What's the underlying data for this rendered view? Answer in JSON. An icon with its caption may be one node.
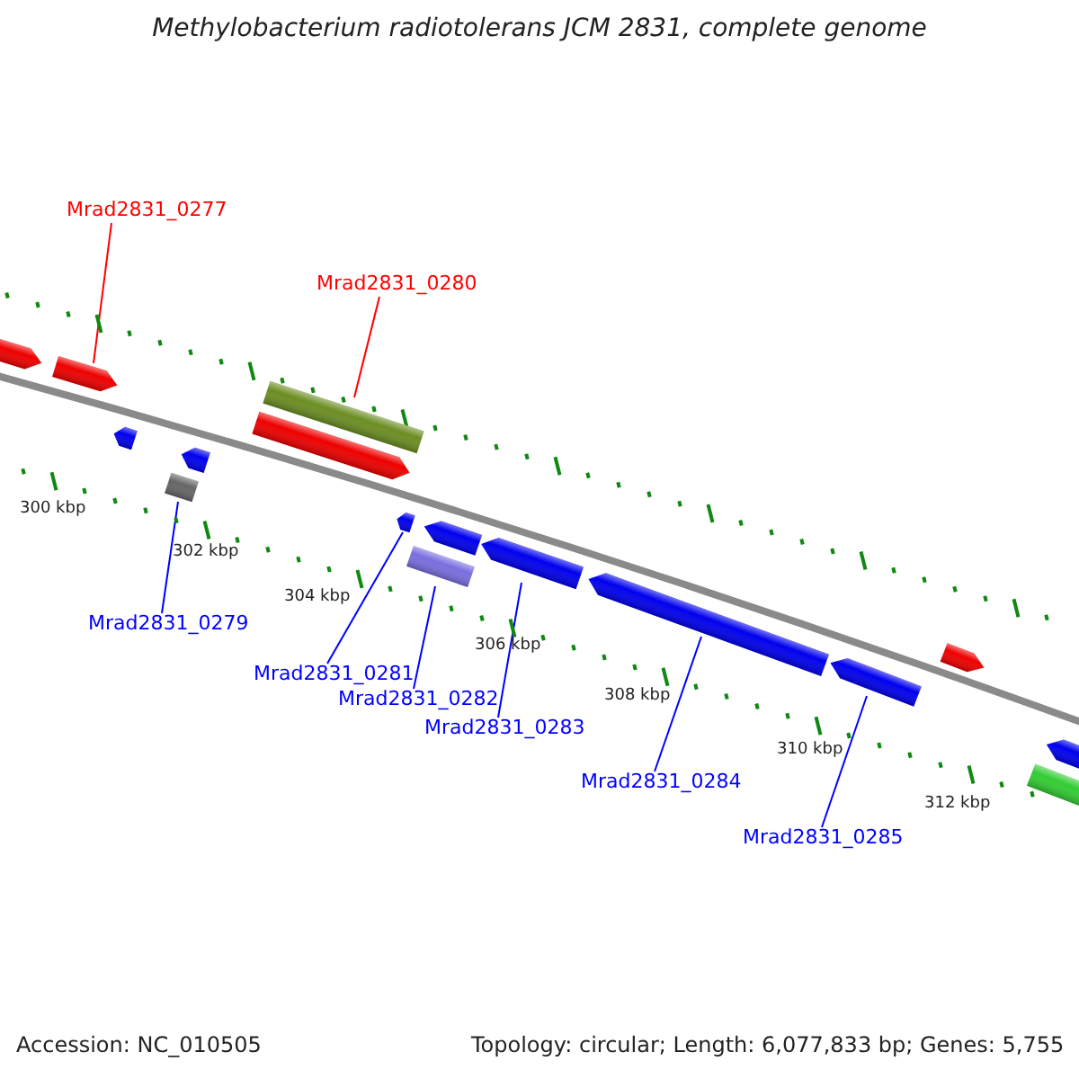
{
  "diagram": {
    "title": "Methylobacterium radiotolerans JCM 2831, complete genome",
    "nodes": [
      {
        "text": [
          "Mrad2831_0277"
        ]
      },
      {
        "text": [
          "Mrad2831_0280"
        ]
      },
      {
        "text": [],
        "shape": "arrow"
      },
      {
        "text": [],
        "shape": "bar"
      },
      {
        "text": [],
        "shape": "box"
      },
      {
        "text": [],
        "shape": "arrow"
      },
      {
        "text": [],
        "shape": "bar"
      },
      {
        "text": [],
        "shape": "arrow"
      },
      {
        "text": [],
        "shape": "arrow"
      },
      {
        "text": [],
        "shape": "arrow"
      },
      {
        "text": [
          "Mrad2831_0279"
        ]
      },
      {
        "text": [
          "Mrad2831_0281"
        ]
      },
      {
        "text": [
          "Mrad2831_0282"
        ]
      },
      {
        "text": [
          "Mrad2831_0283"
        ]
      },
      {
        "text": [
          "Mrad2831_0284"
        ]
      },
      {
        "text": [
          "Mrad2831_0285"
        ]
      }
    ],
    "edges": [
      {
        "from": 0,
        "to": 2,
        "arrow": "none",
        "color": "#ff0000"
      },
      {
        "from": 1,
        "to": 3,
        "arrow": "none",
        "color": "#ff0000"
      },
      {
        "from": 10,
        "to": 4,
        "arrow": "none"
      },
      {
        "from": 11,
        "to": 5,
        "arrow": "none"
      },
      {
        "from": 12,
        "to": 6,
        "arrow": "none"
      },
      {
        "from": 13,
        "to": 7,
        "arrow": "none"
      },
      {
        "from": 14,
        "to": 8,
        "arrow": "none"
      },
      {
        "from": 15,
        "to": 9,
        "arrow": "none"
      }
    ],
    "labels": [
      "300 kbp",
      "302 kbp",
      "304 kbp",
      "306 kbp",
      "308 kbp",
      "310 kbp",
      "312 kbp",
      "Accession: NC_010505",
      "Topology: circular; Length: 6,077,833 bp; Genes: 5,755"
    ]
  }
}
